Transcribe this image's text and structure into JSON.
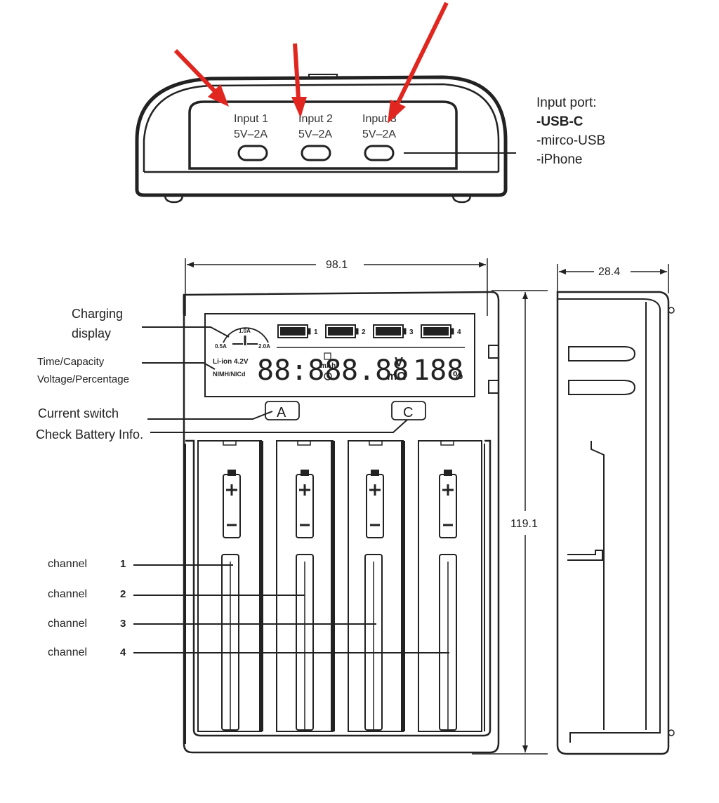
{
  "ports_view": {
    "inputs": [
      {
        "name": "Input 1",
        "spec": "5V–2A"
      },
      {
        "name": "Input 2",
        "spec": "5V–2A"
      },
      {
        "name": "Input 3",
        "spec": "5V–2A"
      }
    ],
    "note": {
      "title": "Input port:",
      "items": [
        "-USB-C",
        "-mirco-USB",
        "-iPhone"
      ]
    }
  },
  "front_view": {
    "dim_width": "98.1",
    "dim_height": "119.1",
    "labels": {
      "charging_display_1": "Charging",
      "charging_display_2": "display",
      "time_capacity_1": "Time/Capacity",
      "time_capacity_2": "Voltage/Percentage",
      "current_switch": "Current  switch",
      "check_battery": "Check Battery Info."
    },
    "buttons": {
      "a": "A",
      "c": "C"
    },
    "lcd": {
      "gauge_top": "1.0A",
      "gauge_left": "0.5A",
      "gauge_right": "2.0A",
      "chem_1": "Li-ion 4.2V",
      "chem_2": "NIMH/NICd",
      "digits_time": "88:88",
      "unit_mah": "mAh",
      "digits_volt": "8.88",
      "unit_v": "V",
      "unit_mohm": "mΩ",
      "digits_pct": "188",
      "unit_pct": "%",
      "slots": [
        "1",
        "2",
        "3",
        "4"
      ]
    },
    "channels": [
      {
        "word": "channel",
        "num": "1"
      },
      {
        "word": "channel",
        "num": "2"
      },
      {
        "word": "channel",
        "num": "3"
      },
      {
        "word": "channel",
        "num": "4"
      }
    ]
  },
  "side_view": {
    "dim_depth": "28.4"
  }
}
